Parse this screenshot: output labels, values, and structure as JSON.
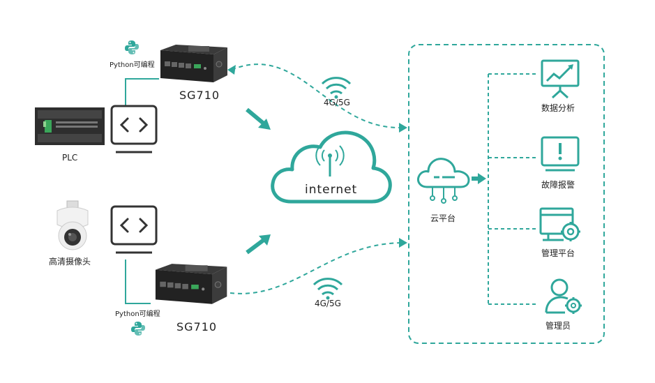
{
  "colors": {
    "teal": "#2fa79b",
    "dark": "#333333",
    "green": "#3aa65a"
  },
  "left_top": {
    "python_label": "Python可编程",
    "gateway_label": "SG710",
    "device_label": "PLC",
    "network_label": "4G/5G"
  },
  "left_bottom": {
    "python_label": "Python可编程",
    "gateway_label": "SG710",
    "device_label": "高清摄像头",
    "network_label": "4G/5G"
  },
  "center": {
    "cloud_label": "internet"
  },
  "platform": {
    "cloud_label": "云平台",
    "items": [
      {
        "label": "数据分析",
        "icon": "chart-board-icon"
      },
      {
        "label": "故障报警",
        "icon": "alert-monitor-icon"
      },
      {
        "label": "管理平台",
        "icon": "monitor-gear-icon"
      },
      {
        "label": "管理员",
        "icon": "user-gear-icon"
      }
    ]
  }
}
